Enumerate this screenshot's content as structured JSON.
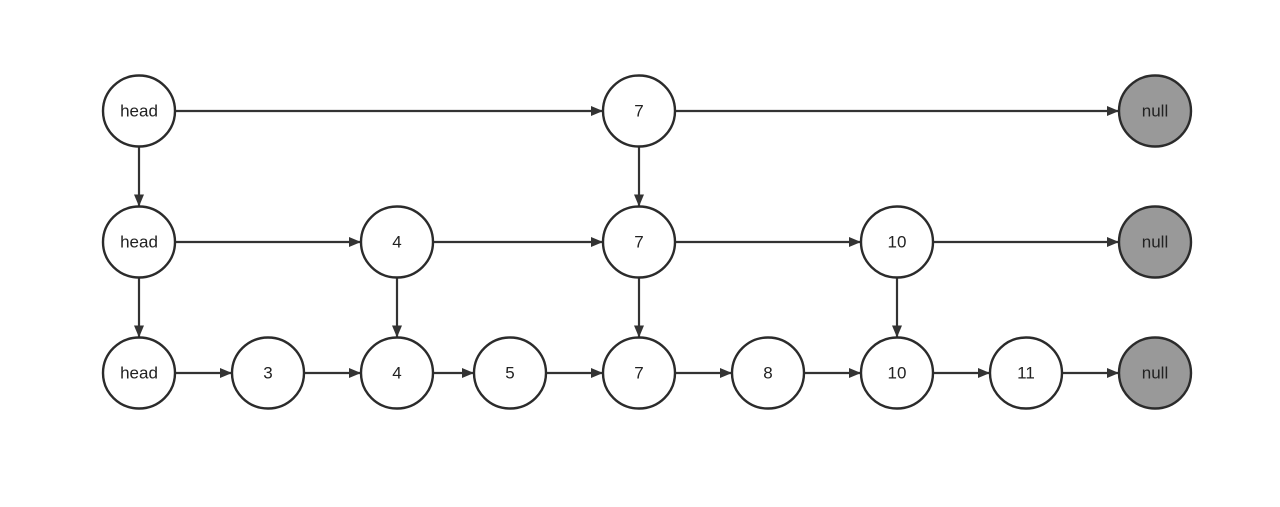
{
  "diagram": {
    "title": "",
    "levels": [
      {
        "nodes": [
          "head",
          "7",
          "null"
        ]
      },
      {
        "nodes": [
          "head",
          "4",
          "7",
          "10",
          "null"
        ]
      },
      {
        "nodes": [
          "head",
          "3",
          "4",
          "5",
          "7",
          "8",
          "10",
          "11",
          "null"
        ]
      }
    ],
    "vertical_links": [
      {
        "from_level": 0,
        "to_level": 1,
        "label": "head"
      },
      {
        "from_level": 1,
        "to_level": 2,
        "label": "head"
      },
      {
        "from_level": 0,
        "to_level": 1,
        "label": "7"
      },
      {
        "from_level": 1,
        "to_level": 2,
        "label": "7"
      },
      {
        "from_level": 1,
        "to_level": 2,
        "label": "4"
      },
      {
        "from_level": 1,
        "to_level": 2,
        "label": "10"
      }
    ],
    "colors": {
      "node_fill": "#ffffff",
      "null_fill": "#999999",
      "stroke": "#2b2b2b",
      "edge": "#333333",
      "text": "#222222"
    }
  }
}
